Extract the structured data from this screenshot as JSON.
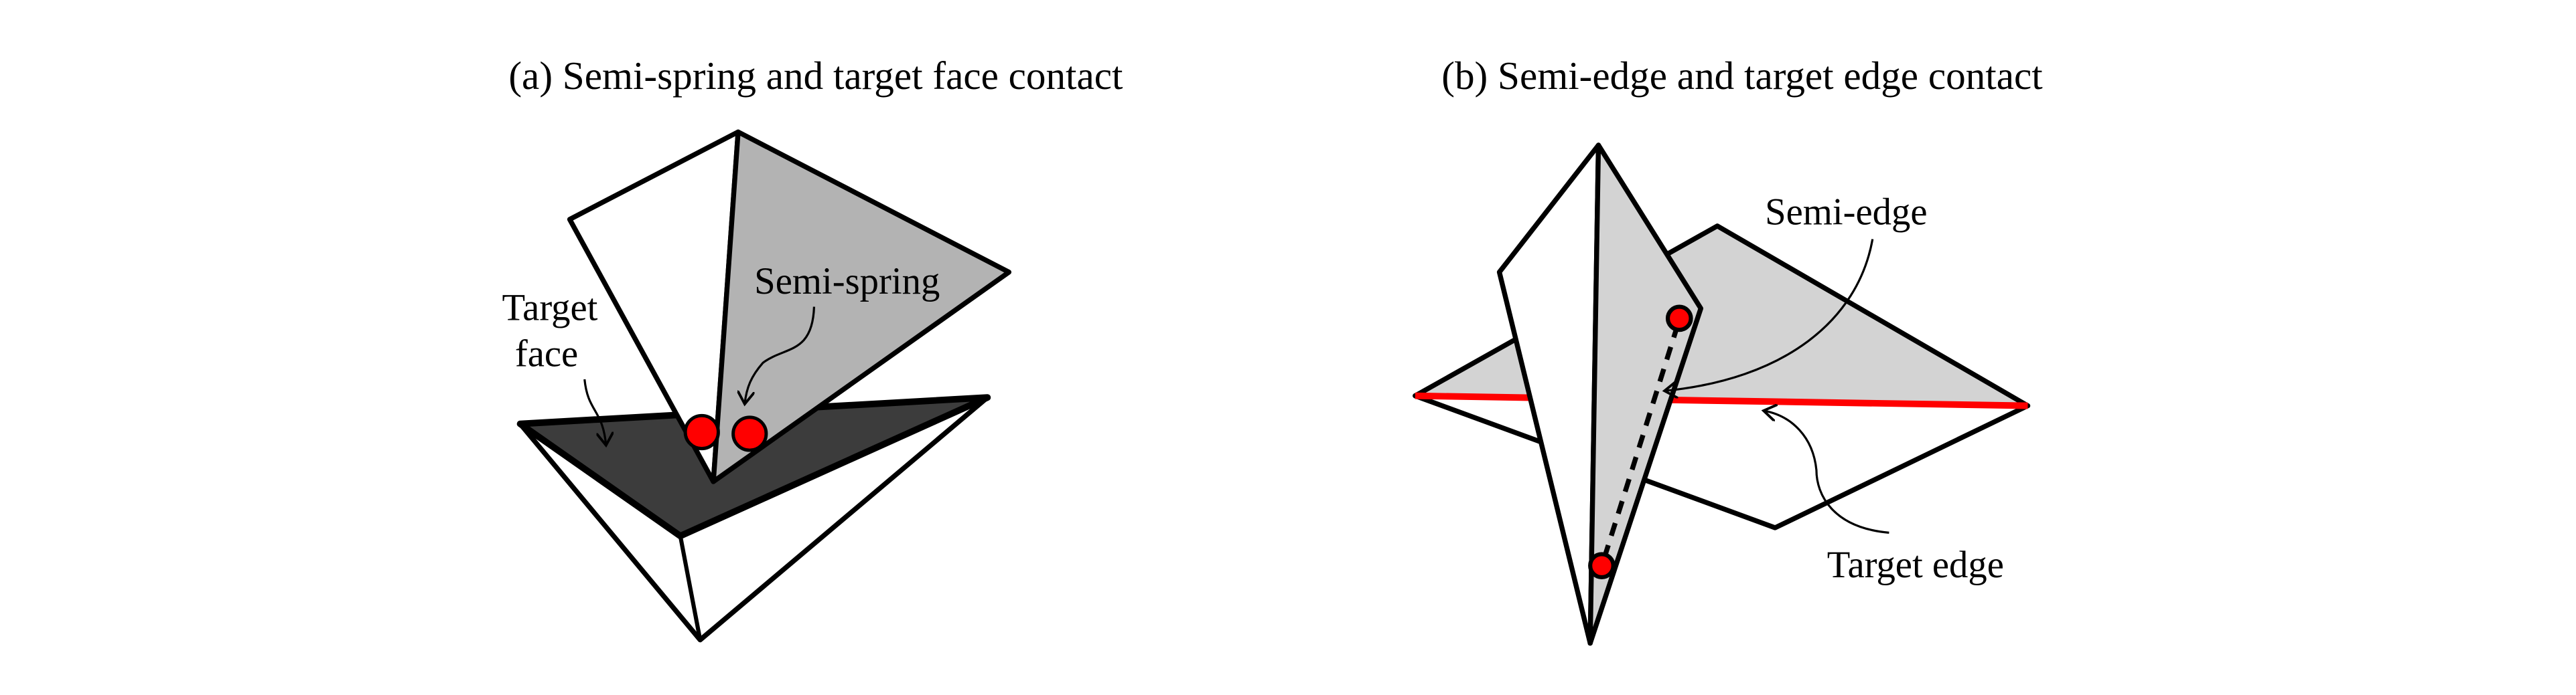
{
  "panel_a": {
    "title": "(a) Semi-spring and target face contact",
    "label_target_line1": "Target",
    "label_target_line2": "face",
    "label_semi_spring": "Semi-spring"
  },
  "panel_b": {
    "title": "(b) Semi-edge and target edge contact",
    "label_semi_edge": "Semi-edge",
    "label_target_edge": "Target edge"
  },
  "colors": {
    "contact_point": "#ff0000",
    "target_edge": "#ff0000",
    "target_face": "#3c3c3c",
    "semi_face_a": "#b3b3b3",
    "semi_face_b": "#d3d3d3"
  }
}
